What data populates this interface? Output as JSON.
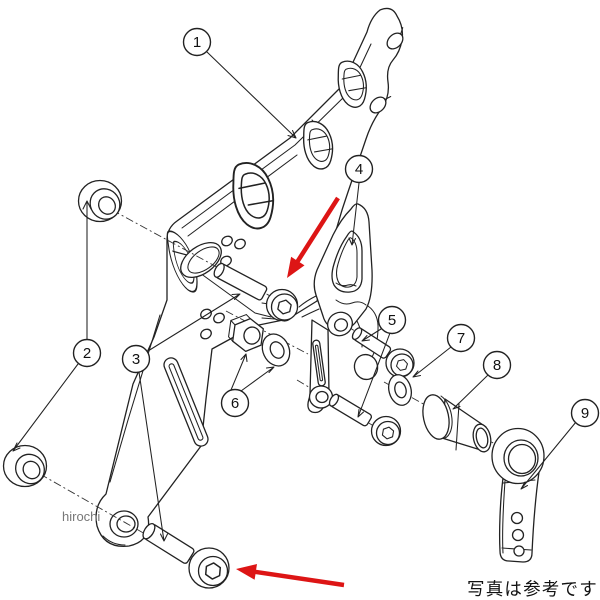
{
  "figure": {
    "kind": "exploded-parts-diagram",
    "background": "#ffffff",
    "line_color": "#222222",
    "axis_line_color": "#333333",
    "arrow_color": "#dd1515"
  },
  "callouts": [
    {
      "label": "1"
    },
    {
      "label": "2"
    },
    {
      "label": "3"
    },
    {
      "label": "4"
    },
    {
      "label": "5"
    },
    {
      "label": "6"
    },
    {
      "label": "7"
    },
    {
      "label": "8"
    },
    {
      "label": "9"
    }
  ],
  "watermark": {
    "text": "hirochi",
    "color": "#777777"
  },
  "caption": {
    "text": "写真は参考です",
    "color": "#111111"
  }
}
